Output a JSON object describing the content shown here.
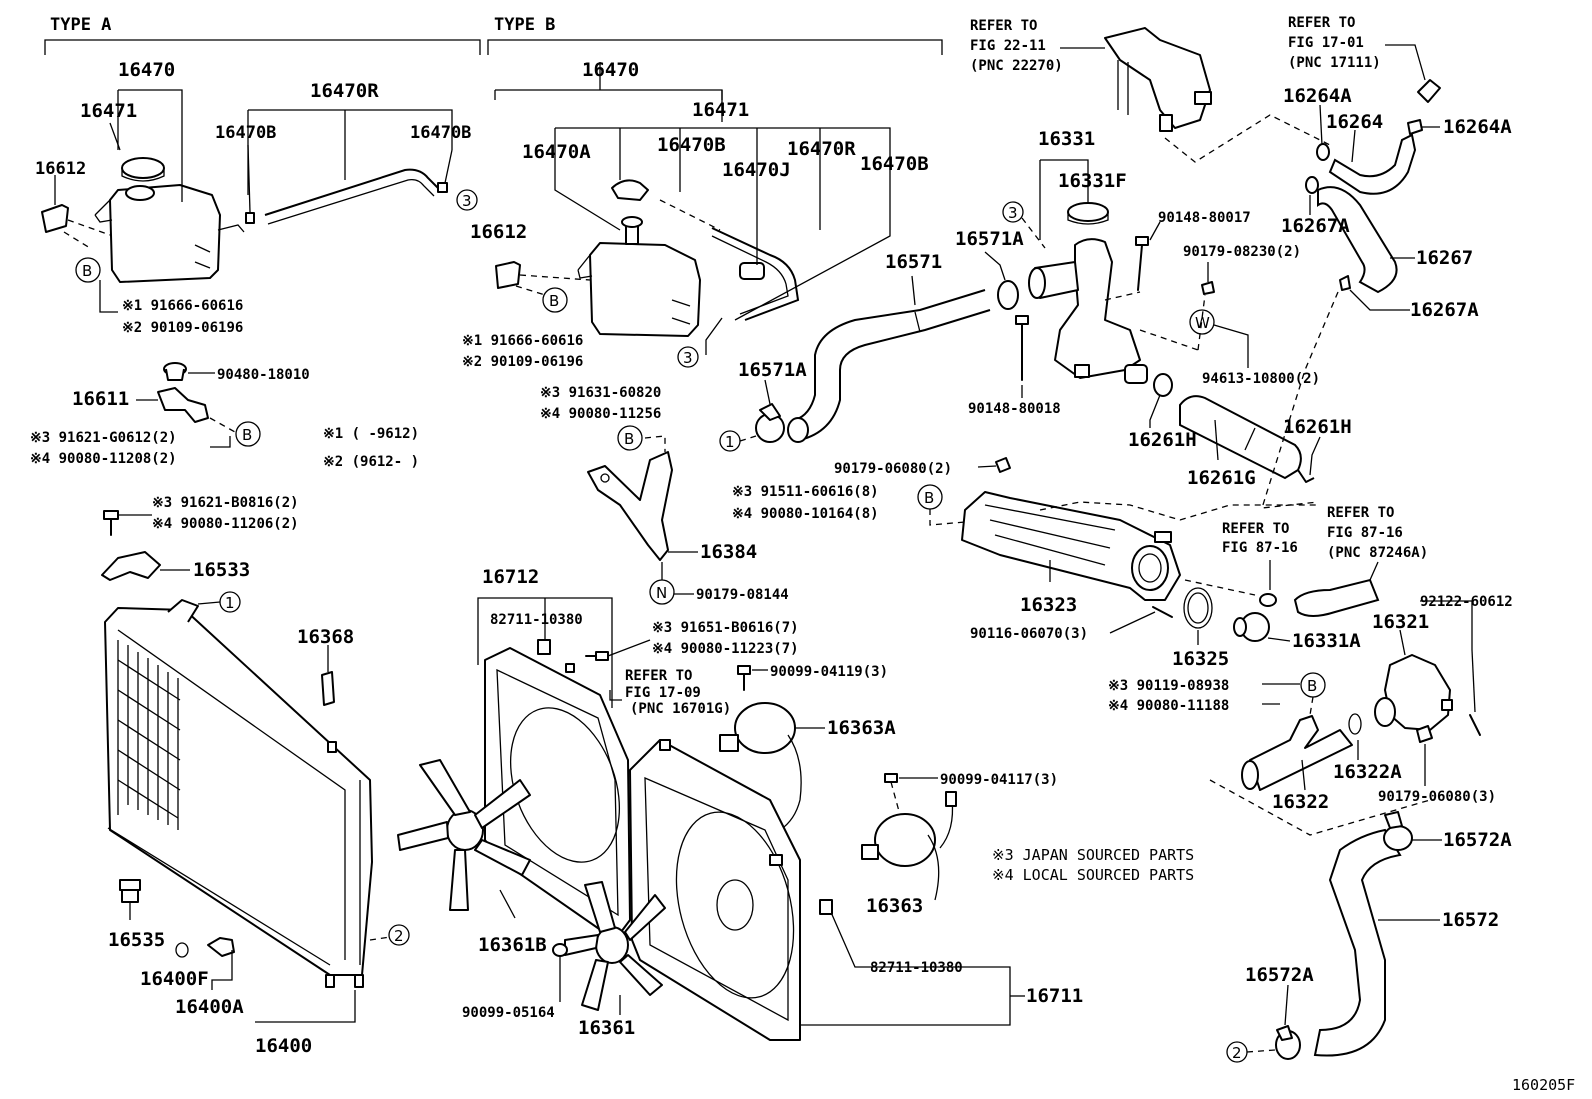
{
  "types": {
    "type_a": "TYPE A",
    "type_b": "TYPE B"
  },
  "refs": {
    "ref_22_11": [
      "REFER TO",
      "FIG 22-11",
      "(PNC 22270)"
    ],
    "ref_17_01": [
      "REFER TO",
      "FIG 17-01",
      "(PNC 17111)"
    ],
    "ref_87_16a": [
      "REFER TO",
      "FIG 87-16",
      "(PNC 87246A)"
    ],
    "ref_87_16b": [
      "REFER TO",
      "FIG 87-16"
    ],
    "ref_17_09": [
      "REFER TO",
      "FIG 17-09",
      "(PNC 16701G)"
    ]
  },
  "parts": {
    "p16470_a": "16470",
    "p16471_a": "16471",
    "p16470r_a": "16470R",
    "p16470b_a1": "16470B",
    "p16470b_a2": "16470B",
    "p16612_a": "16612",
    "p16470_b": "16470",
    "p16471_b": "16471",
    "p16470a_b": "16470A",
    "p16470b_b1": "16470B",
    "p16470r_b": "16470R",
    "p16470b_b2": "16470B",
    "p16470j_b": "16470J",
    "p16612_b": "16612",
    "p16611": "16611",
    "p16533": "16533",
    "p16368": "16368",
    "p16535": "16535",
    "p16400f": "16400F",
    "p16400a": "16400A",
    "p16400": "16400",
    "p16384": "16384",
    "p16712": "16712",
    "p16363a": "16363A",
    "p16363": "16363",
    "p16361b": "16361B",
    "p16361": "16361",
    "p16711": "16711",
    "p16571": "16571",
    "p16571a_1": "16571A",
    "p16571a_2": "16571A",
    "p16331": "16331",
    "p16331f": "16331F",
    "p16323": "16323",
    "p16325": "16325",
    "p16331a": "16331A",
    "p16261h_1": "16261H",
    "p16261h_2": "16261H",
    "p16261g": "16261G",
    "p16264a_1": "16264A",
    "p16264": "16264",
    "p16264a_2": "16264A",
    "p16267a_1": "16267A",
    "p16267": "16267",
    "p16267a_2": "16267A",
    "p16321": "16321",
    "p16322a": "16322A",
    "p16322": "16322",
    "p16572a_1": "16572A",
    "p16572": "16572",
    "p16572a_2": "16572A"
  },
  "numbers": {
    "n91666_a": "※1 91666-60616",
    "n90109_a": "※2 90109-06196",
    "n91666_b": "※1 91666-60616",
    "n90109_b": "※2 90109-06196",
    "n90480": "90480-18010",
    "n91621g": "※3 91621-G0612(2)",
    "n90080_11208": "※4 90080-11208(2)",
    "note1": "※1 (     -9612)",
    "note2": "※2 (9612-     )",
    "n91621b": "※3 91621-B0816(2)",
    "n90080_11206": "※4 90080-11206(2)",
    "n91631": "※3 91631-60820",
    "n90080_11256": "※4 90080-11256",
    "n90179_08144": "90179-08144",
    "n82711_a": "82711-10380",
    "n91651": "※3 91651-B0616(7)",
    "n90080_11223": "※4 90080-11223(7)",
    "n90099_04119": "90099-04119(3)",
    "n90099_04117": "90099-04117(3)",
    "n90099_05164": "90099-05164",
    "n82711_b": "82711-10380",
    "n90148_80017": "90148-80017",
    "n90179_08230": "90179-08230(2)",
    "n94613": "94613-10800(2)",
    "n90148_80018": "90148-80018",
    "n90179_06080_a": "90179-06080(2)",
    "n91511": "※3 91511-60616(8)",
    "n90080_10164": "※4 90080-10164(8)",
    "n90116": "90116-06070(3)",
    "n92122": "92122-60612",
    "n90119": "※3 90119-08938",
    "n90080_11188": "※4 90080-11188",
    "n90179_06080_b": "90179-06080(3)"
  },
  "legend": {
    "japan": "※3 JAPAN SOURCED PARTS",
    "local": "※4 LOCAL SOURCED PARTS"
  },
  "markers": {
    "one": "1",
    "two": "2",
    "three": "3",
    "b": "B",
    "n": "N",
    "w": "W"
  },
  "figure_id": "160205F"
}
